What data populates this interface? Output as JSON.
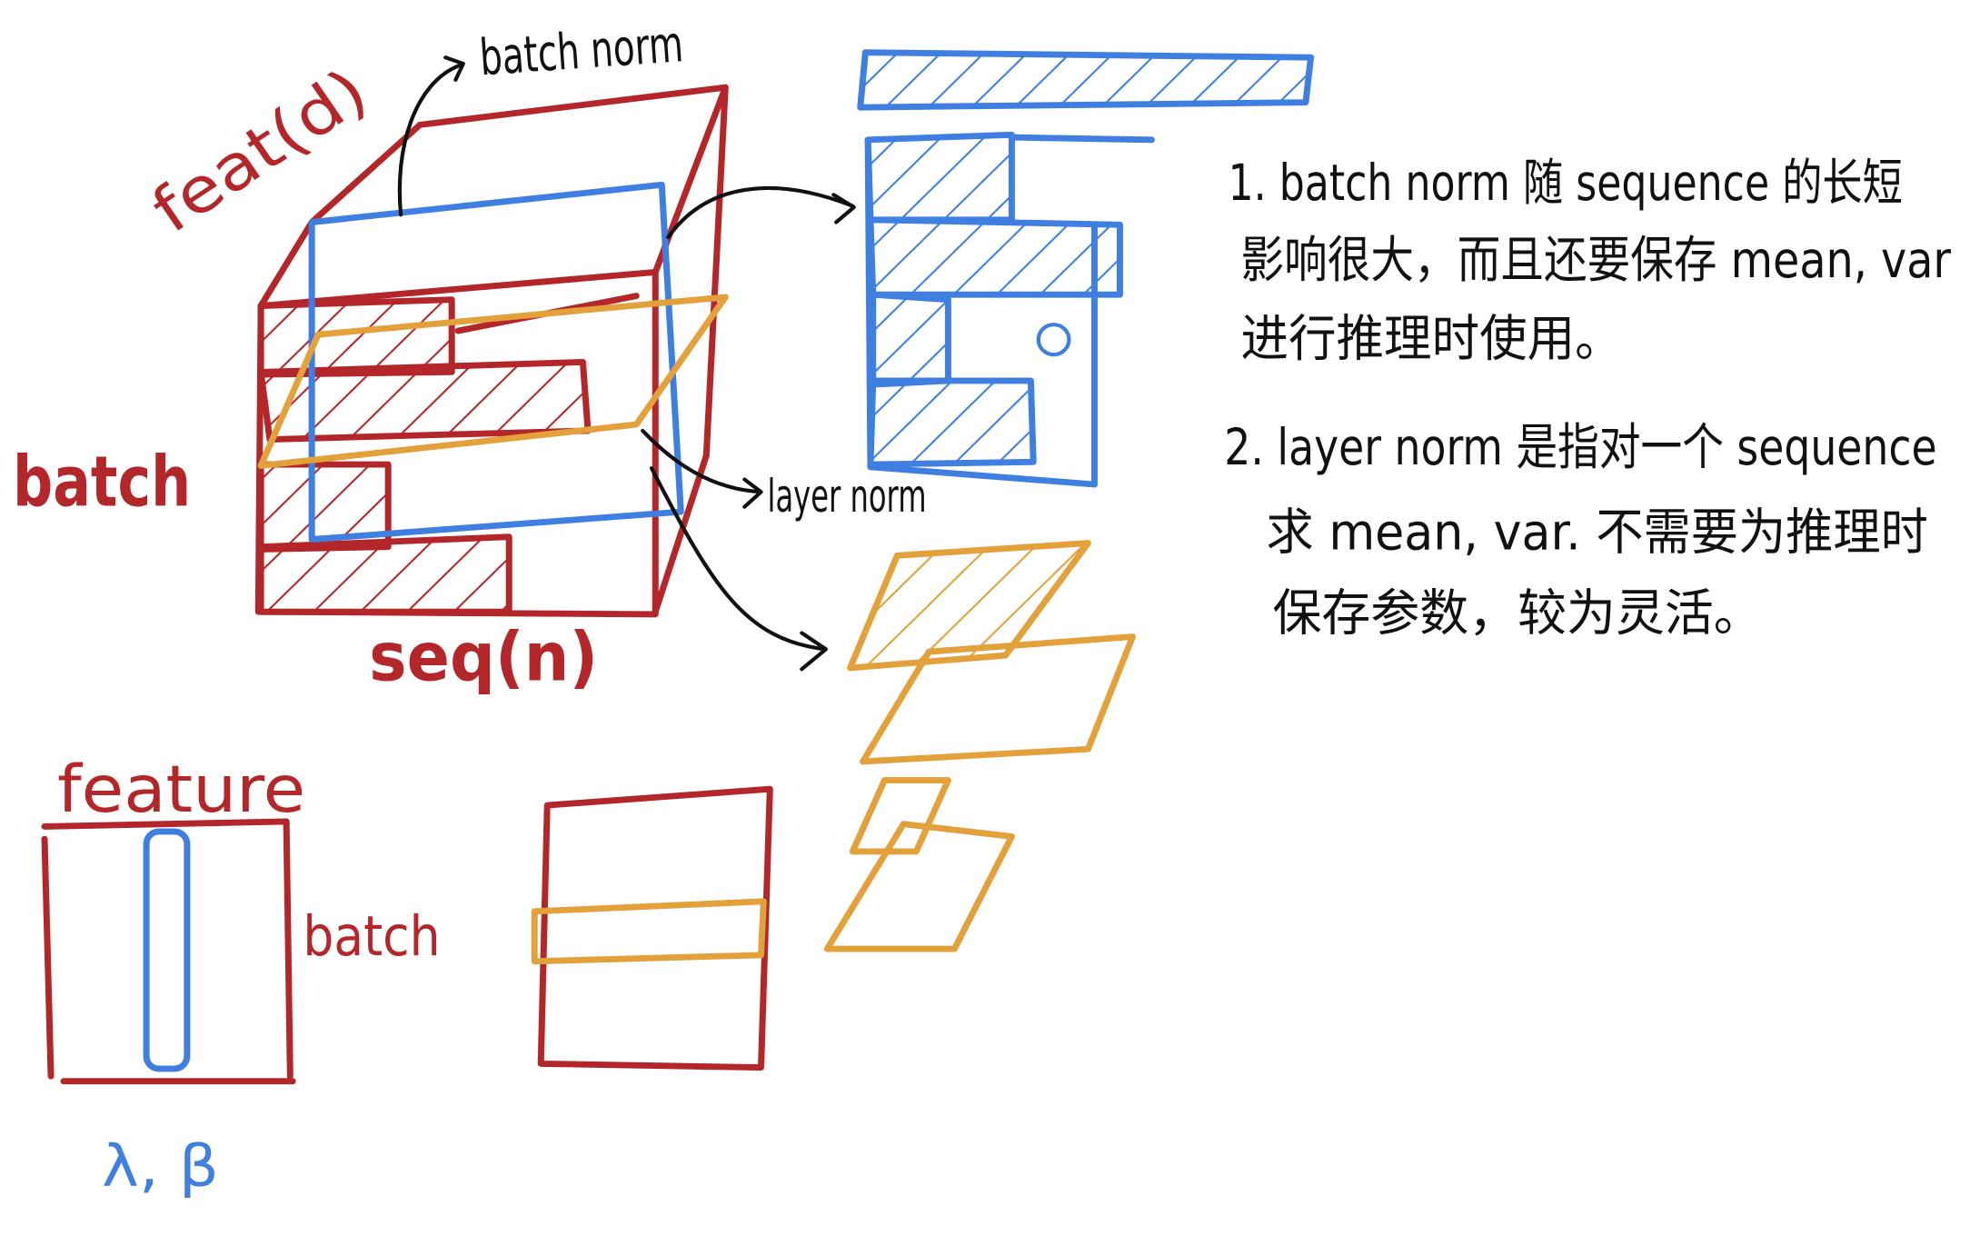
{
  "colors": {
    "red": "#b3262a",
    "blue": "#3f7fe0",
    "orange": "#e3a13b",
    "ink": "#111111"
  },
  "cube": {
    "batch_norm_label": "batch norm",
    "depth_label": "feat(d)",
    "batch_label": "batch",
    "seq_label": "seq(n)",
    "layer_norm_label": "layer norm"
  },
  "matrix": {
    "feature_label": "feature",
    "batch_label": "batch",
    "params_label": "λ, β"
  },
  "notes": {
    "lines": [
      "1. batch norm 随 sequence 的长短",
      "影响很大，而且还要保存 mean, var",
      "进行推理时使用。",
      "2. layer norm 是指对一个 sequence",
      "求 mean, var. 不需要为推理时",
      "保存参数，较为灵活。"
    ]
  }
}
